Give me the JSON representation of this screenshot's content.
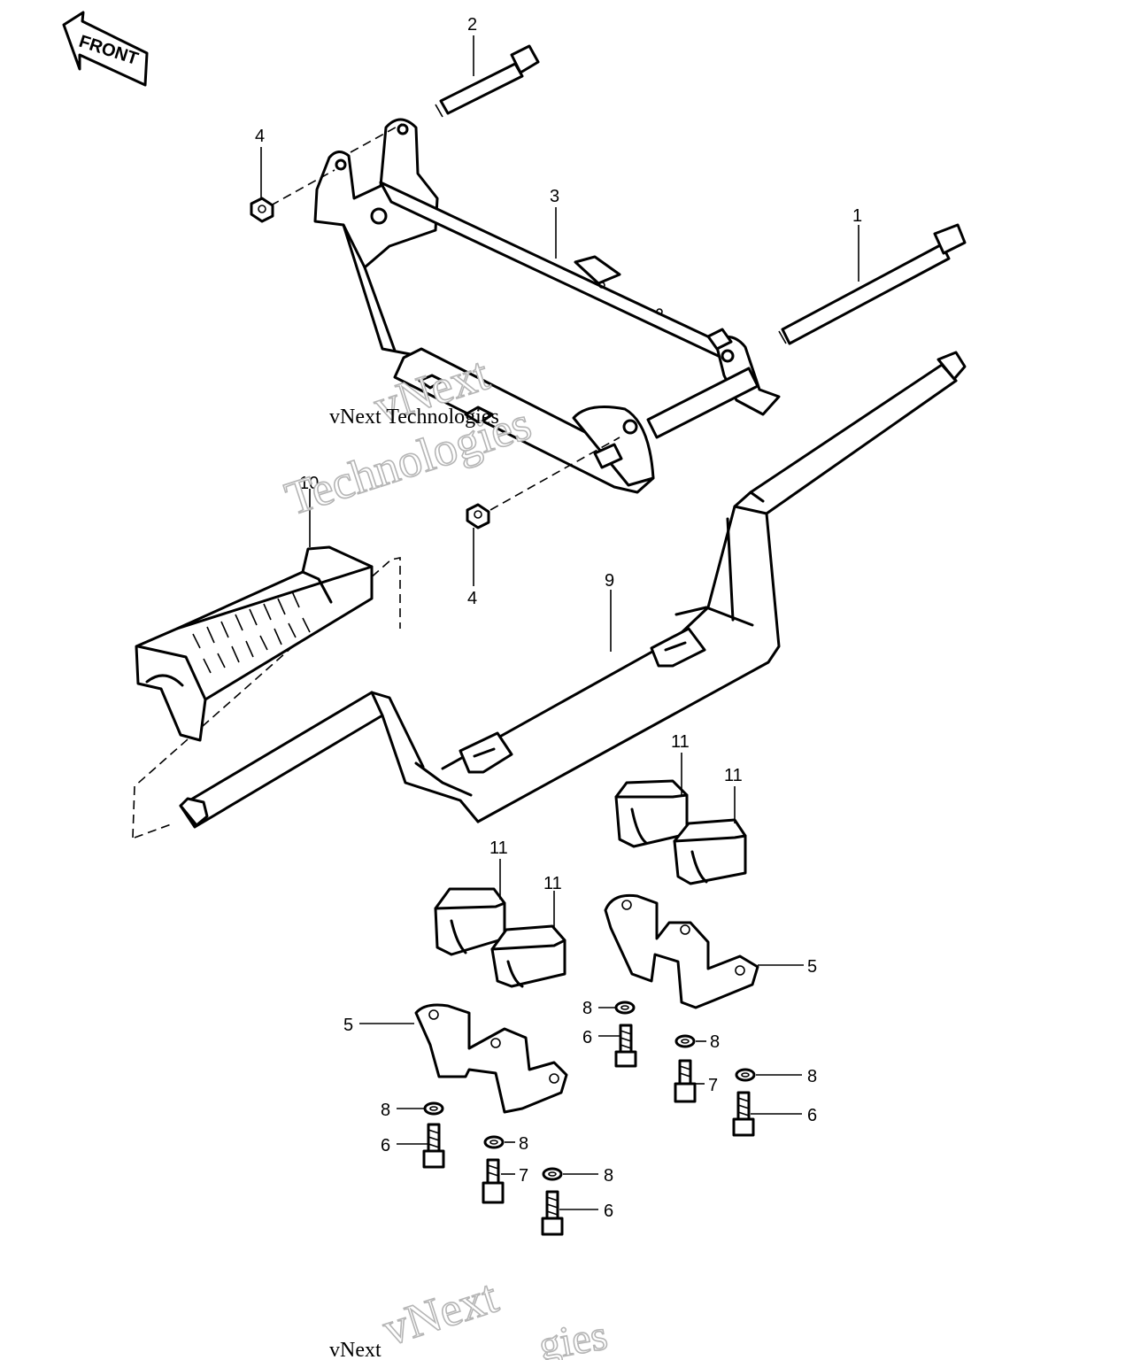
{
  "front_arrow": {
    "text": "FRONT"
  },
  "callouts": {
    "c1": "1",
    "c2": "2",
    "c3": "3",
    "c4a": "4",
    "c4b": "4",
    "c5a": "5",
    "c5b": "5",
    "c6a": "6",
    "c6b": "6",
    "c6c": "6",
    "c6d": "6",
    "c7a": "7",
    "c7b": "7",
    "c8a": "8",
    "c8b": "8",
    "c8c": "8",
    "c8d": "8",
    "c8e": "8",
    "c8f": "8",
    "c9": "9",
    "c10": "10",
    "c11a": "11",
    "c11b": "11",
    "c11c": "11",
    "c11d": "11"
  },
  "watermark": {
    "big": "vNext",
    "big2": "Technologies",
    "small": "vNext Technologies",
    "bottom_big": "vNext",
    "bottom_small": "vNext",
    "bottom_frag": "gies"
  }
}
